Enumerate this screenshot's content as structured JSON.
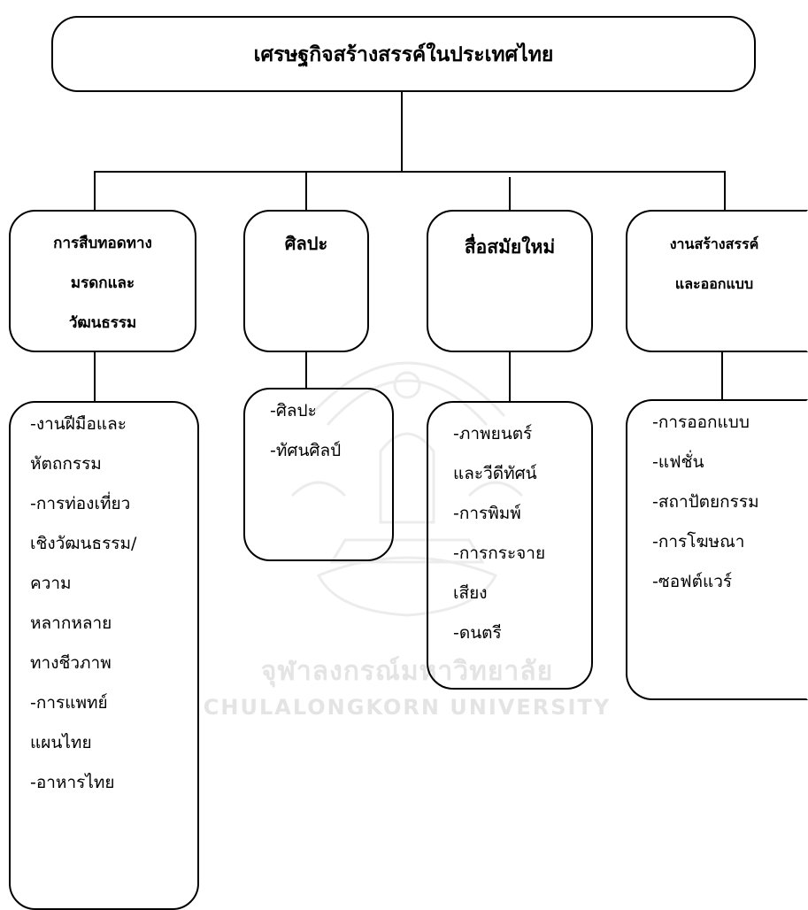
{
  "diagram": {
    "root": {
      "label": "เศรษฐกิจสร้างสรรค์ในประเทศไทย"
    },
    "categories": [
      {
        "lines": [
          "การสืบทอดทาง",
          "มรดกและ",
          "วัฒนธรรม"
        ],
        "items": [
          "-งานฝีมือและ",
          "หัตถกรรม",
          "-การท่องเที่ยว",
          "เชิงวัฒนธรรม/",
          "ความ",
          "หลากหลาย",
          "ทางชีวภาพ",
          "-การแพทย์",
          "แผนไทย",
          "-อาหารไทย"
        ]
      },
      {
        "lines": [
          "ศิลปะ"
        ],
        "items": [
          "-ศิลปะ",
          "-ทัศนศิลป์"
        ]
      },
      {
        "lines": [
          "สื่อสมัยใหม่"
        ],
        "items": [
          "-ภาพยนตร์",
          "และวีดีทัศน์",
          "-การพิมพ์",
          "-การกระจาย",
          "เสียง",
          "-ดนตรี"
        ]
      },
      {
        "lines": [
          "งานสร้างสรรค์",
          "และออกแบบ"
        ],
        "items": [
          "-การออกแบบ",
          "-แฟชั่น",
          "-สถาปัตยกรรม",
          "-การโฆษณา",
          "-ซอฟต์แวร์"
        ]
      }
    ]
  },
  "watermark": {
    "thai": "จุฬาลงกรณ์มหาวิทยาลัย",
    "english": "CHULALONGKORN UNIVERSITY",
    "color": "#e4e4e4"
  }
}
